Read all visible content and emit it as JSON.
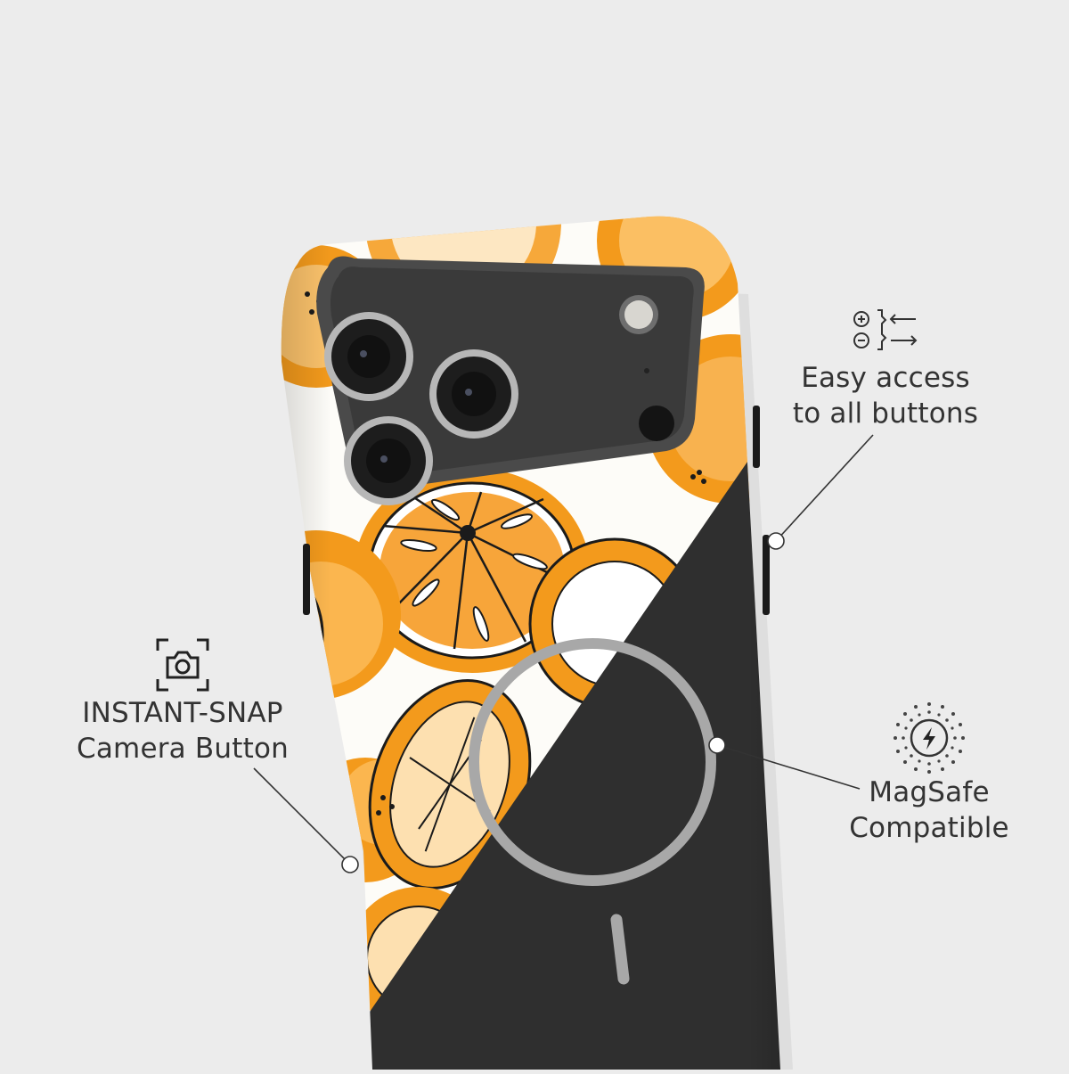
{
  "colors": {
    "background": "#ececec",
    "case_dark": "#2f2f2f",
    "orange": "#f39a1c",
    "ring": "#a8a8a8",
    "text": "#333333"
  },
  "features": {
    "buttons": {
      "line1": "Easy access",
      "line2": "to all buttons",
      "icon": "side-buttons-icon"
    },
    "camera": {
      "line1": "INSTANT-SNAP",
      "line2": "Camera Button",
      "icon": "camera-icon"
    },
    "magsafe": {
      "line1": "MagSafe",
      "line2": "Compatible",
      "icon": "magsafe-charging-icon"
    }
  }
}
